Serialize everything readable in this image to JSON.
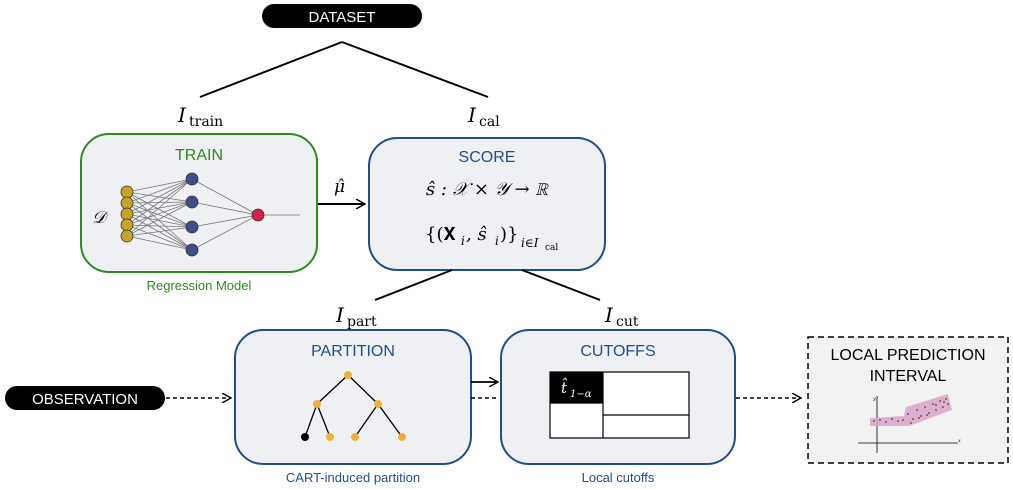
{
  "dataset_label": "DATASET",
  "observation_label": "OBSERVATION",
  "splits": {
    "train": "I",
    "train_sub": "train",
    "cal": "I",
    "cal_sub": "cal",
    "part": "I",
    "part_sub": "part",
    "cut": "I",
    "cut_sub": "cut"
  },
  "train_box": {
    "title": "TRAIN",
    "data_symbol": "𝒟",
    "caption": "Regression Model"
  },
  "score_box": {
    "title": "SCORE",
    "formula1": "ŝ : 𝒳 × 𝒴 → ℝ",
    "formula2_main": "{(𝐗",
    "formula2_i": "i",
    "formula2_mid": ", ŝ",
    "formula2_i2": "i",
    "formula2_close": ")}",
    "formula2_sub": "i∈I",
    "formula2_subsub": "cal"
  },
  "mu_hat": "μ̂",
  "partition_box": {
    "title": "PARTITION",
    "caption": "CART-induced partition"
  },
  "cutoffs_box": {
    "title": "CUTOFFS",
    "cell_label": "t̂",
    "cell_sub": "1−α",
    "caption": "Local cutoffs"
  },
  "output_box": {
    "title_line1": "LOCAL PREDICTION",
    "title_line2": "INTERVAL",
    "axis_x": "x",
    "axis_y": "y"
  },
  "colors": {
    "green": "#2e8b1e",
    "blue": "#1f4e8c",
    "box_fill": "#eef0f3",
    "node_yellow": "#c9a227",
    "node_blue": "#3c4f8a",
    "node_red": "#d6204e",
    "tree_orange": "#f0b13a",
    "band_pink": "#d9a6c8"
  }
}
